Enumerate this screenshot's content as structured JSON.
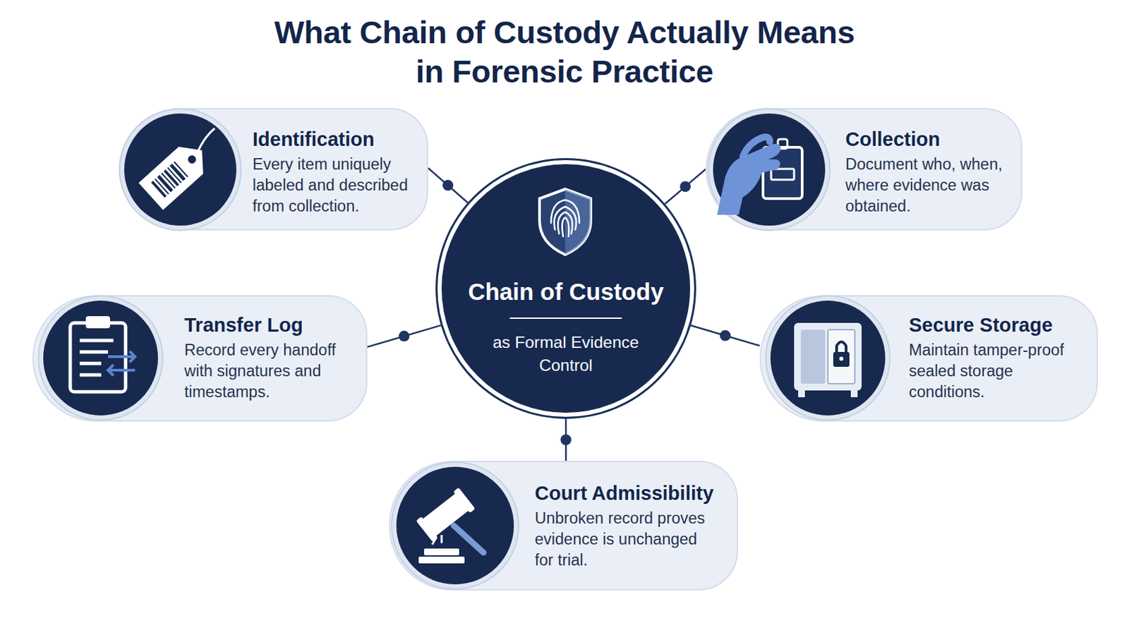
{
  "diagram": {
    "title": "What Chain of Custody Actually Means in Forensic Practice",
    "nodes": [
      {
        "text": [
          "Identification",
          "Every item uniquely labeled and described from collection."
        ]
      },
      {
        "text": [
          "Collection",
          "Document who, when, where evidence was obtained."
        ]
      },
      {
        "text": [
          "Chain of Custody",
          "as Formal Evidence Control"
        ]
      },
      {
        "text": [
          "Transfer Log",
          "Record every handoff with signatures and timestamps."
        ]
      },
      {
        "text": [
          "Secure Storage",
          "Maintain tamper-proof sealed storage conditions."
        ]
      },
      {
        "text": [
          "Court Admissibility",
          "Unbroken record proves evidence is unchanged for trial."
        ]
      }
    ],
    "edges": [
      {
        "from": 2,
        "to": 0,
        "arrow": "none"
      },
      {
        "from": 2,
        "to": 1,
        "arrow": "none"
      },
      {
        "from": 2,
        "to": 3,
        "arrow": "none"
      },
      {
        "from": 2,
        "to": 4,
        "arrow": "none"
      },
      {
        "from": 2,
        "to": 5,
        "arrow": "none"
      }
    ]
  }
}
